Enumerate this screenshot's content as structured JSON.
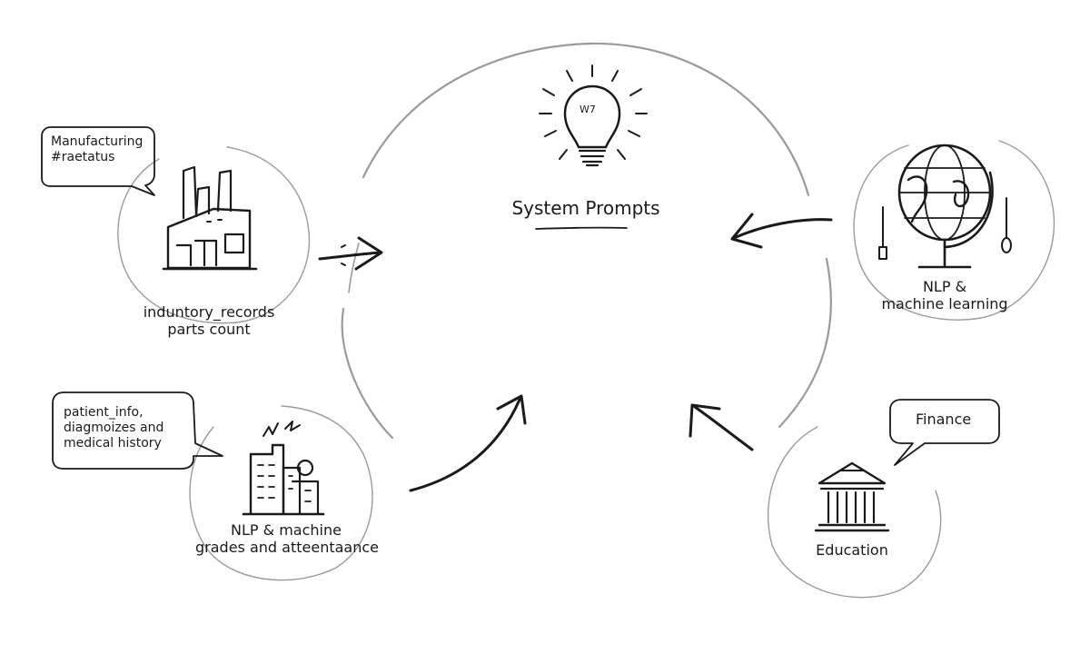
{
  "center": {
    "title": "System Prompts",
    "bulb_text": "W7"
  },
  "nodes": {
    "manufacturing": {
      "bubble": [
        "Manufacturing",
        "#raetatus"
      ],
      "label": [
        "induntory_records",
        "parts count"
      ],
      "icon": "factory-icon"
    },
    "nlp": {
      "label": [
        "NLP &",
        "machine learning"
      ],
      "icon": "globe-icon"
    },
    "healthcare": {
      "bubble": [
        "patient_info,",
        "diagmoizes and",
        "medical history"
      ],
      "label": [
        "NLP & machine",
        "grades and atteentaance"
      ],
      "icon": "hospital-building-icon"
    },
    "education": {
      "bubble": [
        "Finance"
      ],
      "label": [
        "Education"
      ],
      "icon": "bank-columns-icon"
    }
  }
}
